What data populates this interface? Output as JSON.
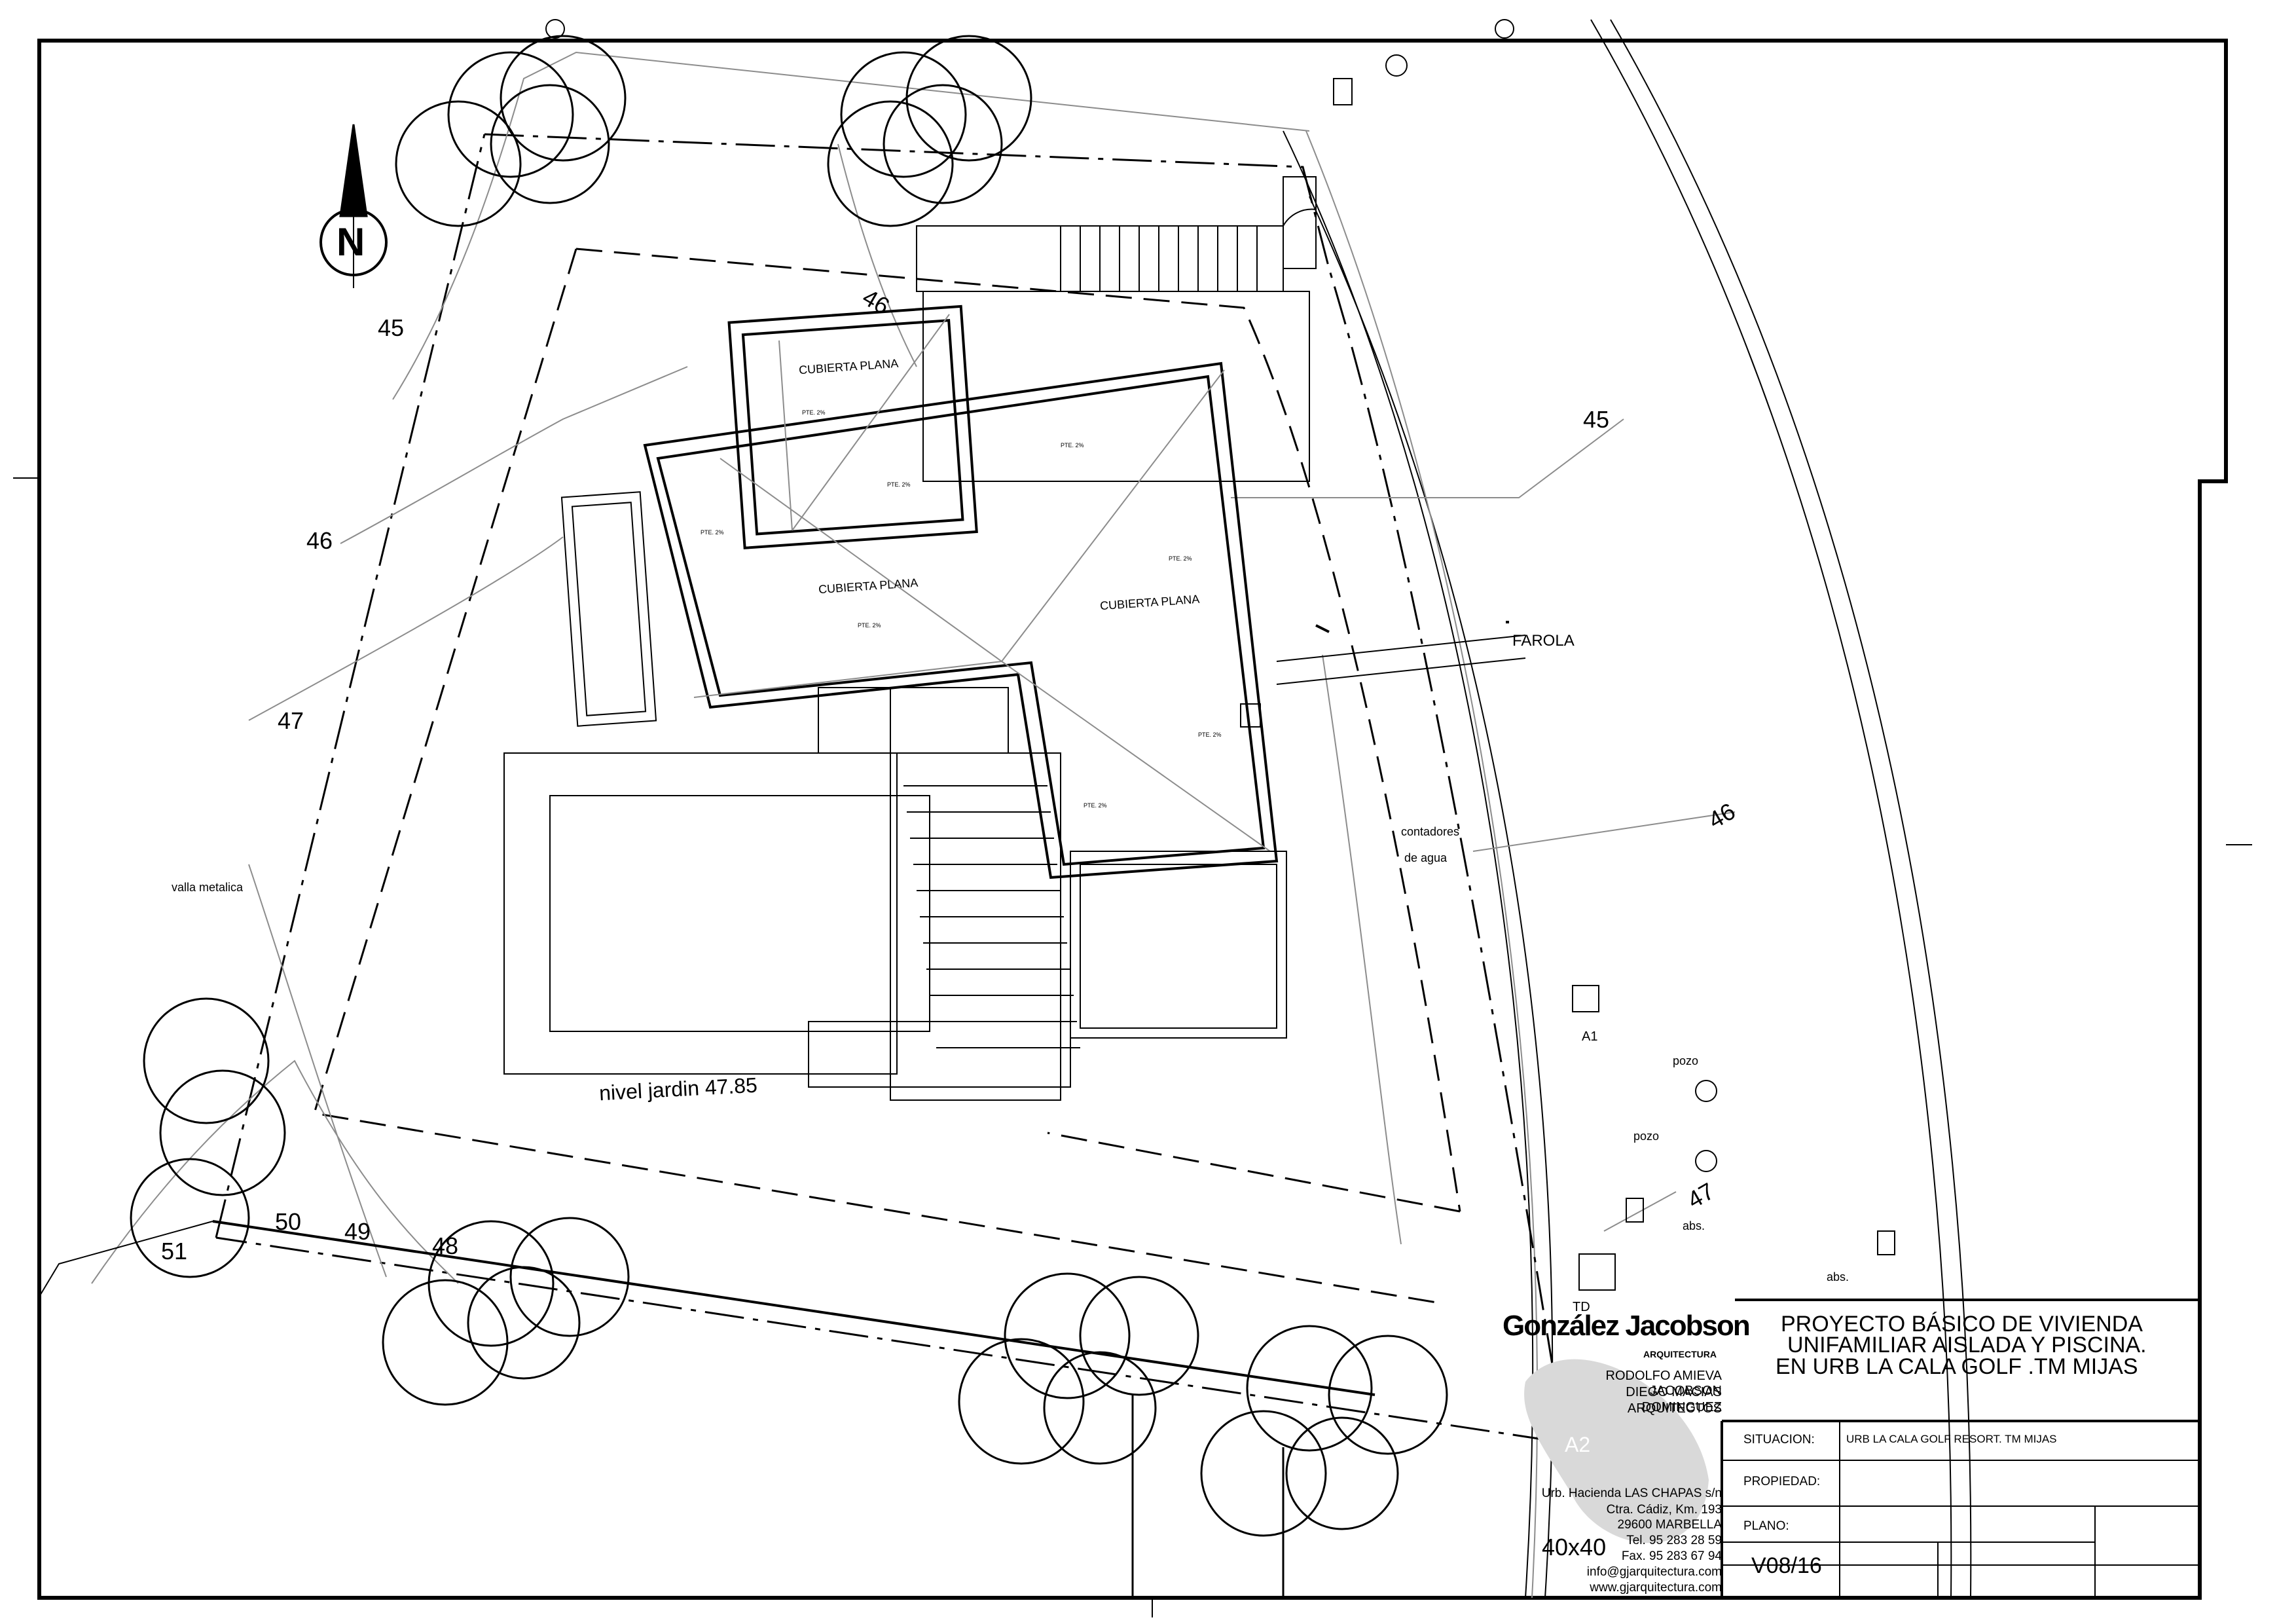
{
  "north": "N",
  "contours": {
    "c45_left": "45",
    "c46_left": "46",
    "c47_left": "47",
    "c46_top": "46",
    "c45_right": "45",
    "c46_right": "46",
    "c47_right": "47",
    "c48": "48",
    "c49": "49",
    "c50": "50",
    "c51": "51"
  },
  "roofs": {
    "top_label": "CUBIERTA PLANA",
    "center_label": "CUBIERTA PLANA",
    "right_label": "CUBIERTA PLANA",
    "slope": "PTE. 2%"
  },
  "site": {
    "farola": "FAROLA",
    "contadores_1": "contadores",
    "contadores_2": "de agua",
    "valla": "valla metalica",
    "nivel": "nivel jardin 47.85",
    "pozo1": "pozo",
    "pozo2": "pozo",
    "abs1": "abs.",
    "abs2": "abs.",
    "a1": "A1",
    "a2": "A2",
    "td": "TD",
    "size": "40x40"
  },
  "firm": {
    "logo": "González Jacobson",
    "logo_sub": "ARQUITECTURA",
    "architect1": "RODOLFO AMIEVA JACOBSON",
    "architect2": "DIEGO MACIAS DOMINGUEZ",
    "architect3": "ARQUITECTOS",
    "addr1": "Urb. Hacienda LAS CHAPAS s/n",
    "addr2": "Ctra. Cádiz, Km. 193",
    "addr3": "29600  MARBELLA",
    "tel": "Tel.  95 283 28 59",
    "fax": "Fax. 95 283 67 94",
    "email": "info@gjarquitectura.com",
    "web": "www.gjarquitectura.com"
  },
  "title_block": {
    "line1": "PROYECTO BÁSICO DE  VIVIENDA",
    "line2": "UNIFAMILIAR AISLADA Y PISCINA.",
    "line3": "EN URB LA CALA GOLF .TM MIJAS",
    "situacion_label": "SITUACION:",
    "situacion_value": "URB LA CALA GOLF RESORT. TM MIJAS",
    "propiedad_label": "PROPIEDAD:",
    "plano_label": "PLANO:",
    "code": "V08/16"
  }
}
